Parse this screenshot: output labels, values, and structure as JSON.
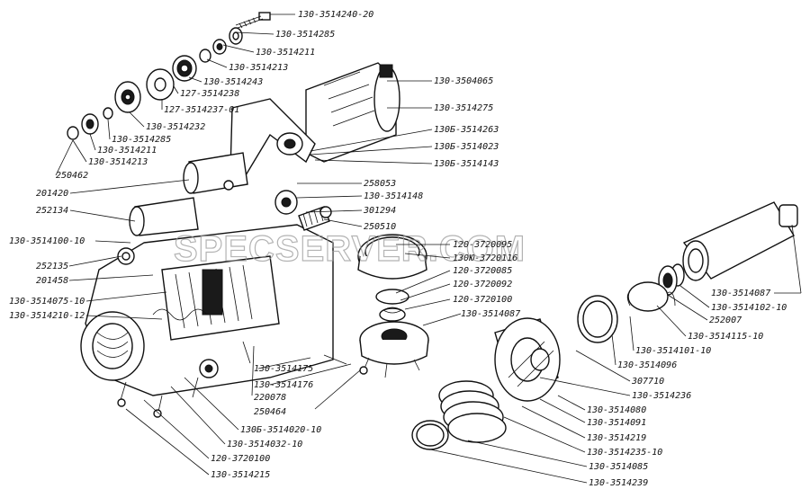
{
  "watermark": "SPECSERVER.COM",
  "labels": [
    "130-3514240-20",
    "130-3514285",
    "130-3514211",
    "130-3514213",
    "130-3514243",
    "127-3514238",
    "127-3514237-01",
    "130-3514232",
    "130-3514285",
    "130-3514211",
    "130-3514213",
    "250462",
    "130-3504065",
    "130-3514275",
    "130Б-3514263",
    "130Б-3514023",
    "130Б-3514143",
    "201420",
    "252134",
    "258053",
    "130-3514148",
    "301294",
    "250510",
    "130-3514100-10",
    "252135",
    "201458",
    "130-3514075-10",
    "130-3514210-12",
    "120-3720095",
    "130Ю-3720116",
    "120-3720085",
    "120-3720092",
    "120-3720100",
    "130-3514087",
    "130-3514087",
    "130-3514102-10",
    "252007",
    "130-3514115-10",
    "130-3514175",
    "130-3514176",
    "220078",
    "250464",
    "130Б-3514020-10",
    "130-3514032-10",
    "120-3720100",
    "130-3514215",
    "130-3514101-10",
    "130-3514096",
    "307710",
    "130-3514236",
    "130-3514080",
    "130-3514091",
    "130-3514219",
    "130-3514235-10",
    "130-3514085",
    "130-3514239"
  ]
}
